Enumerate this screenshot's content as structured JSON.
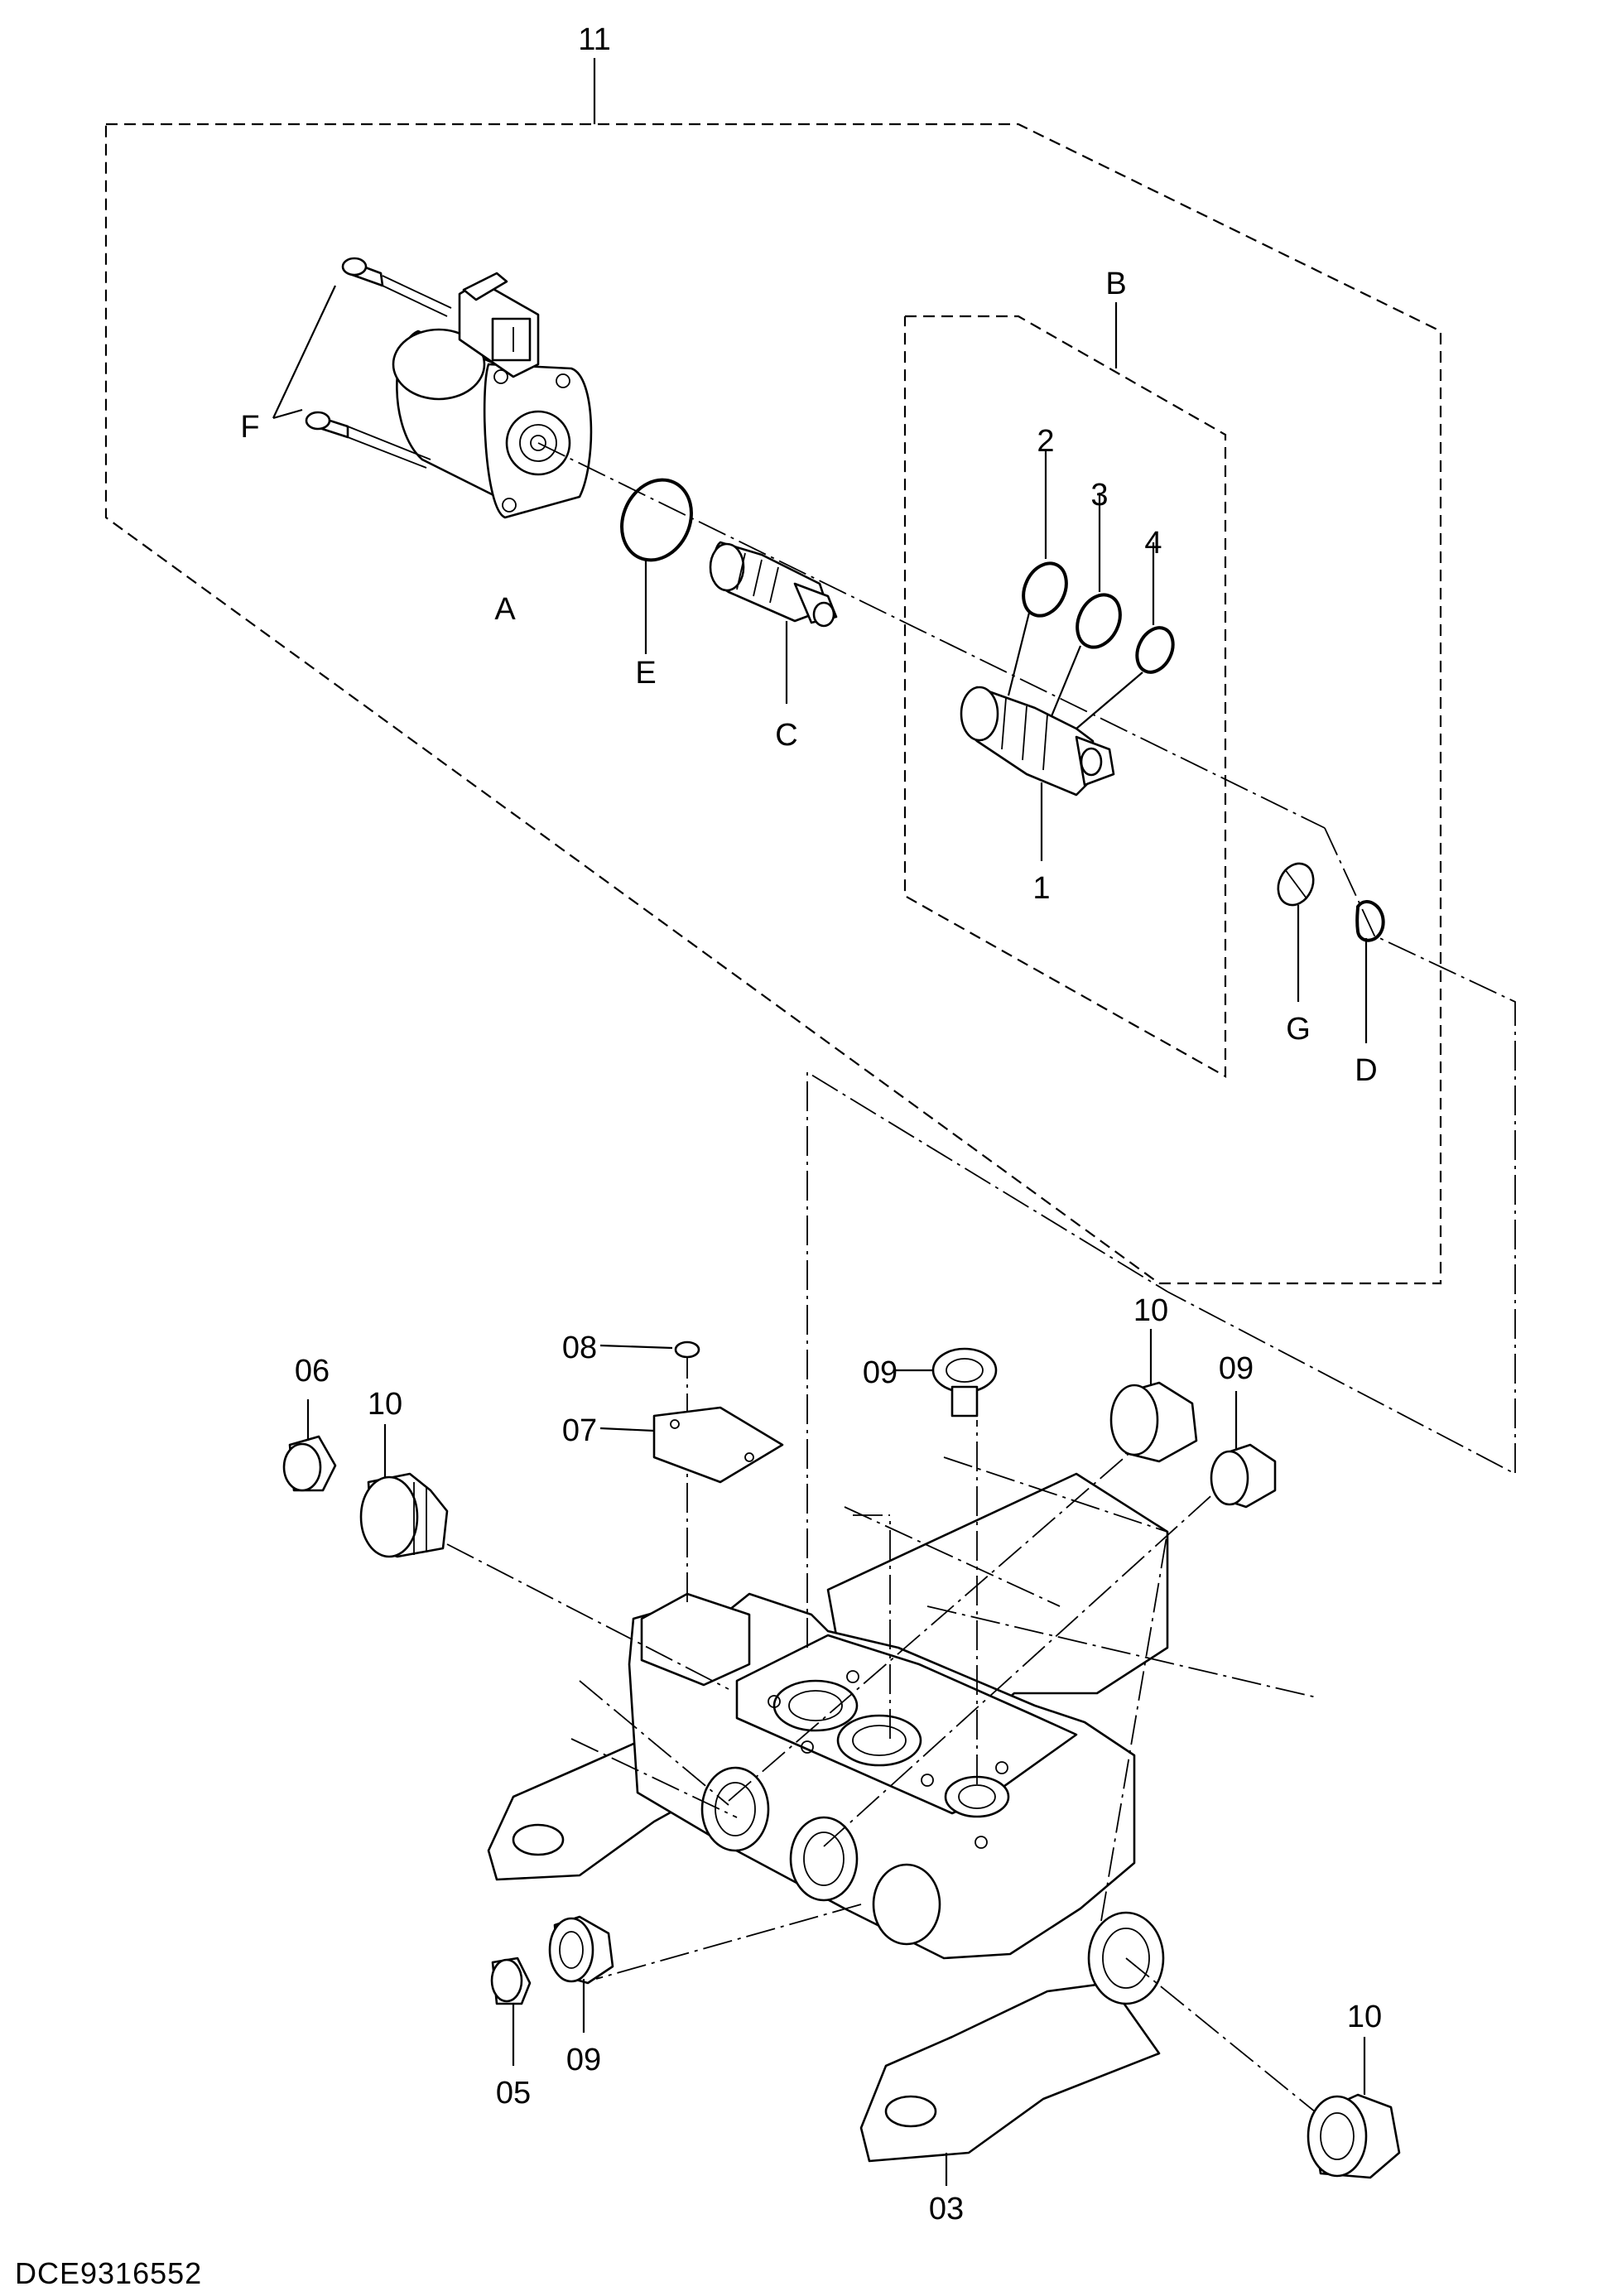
{
  "drawing_code": "DCE9316552",
  "callouts": {
    "n11": "11",
    "B": "B",
    "F": "F",
    "A": "A",
    "E": "E",
    "C": "C",
    "n2": "2",
    "n3": "3",
    "n4": "4",
    "n1": "1",
    "G": "G",
    "D": "D",
    "n06": "06",
    "n10a": "10",
    "n08": "08",
    "n07": "07",
    "n09a": "09",
    "n10b": "10",
    "n09b": "09",
    "n10c": "10",
    "n05": "05",
    "n09c": "09",
    "n03": "03"
  }
}
